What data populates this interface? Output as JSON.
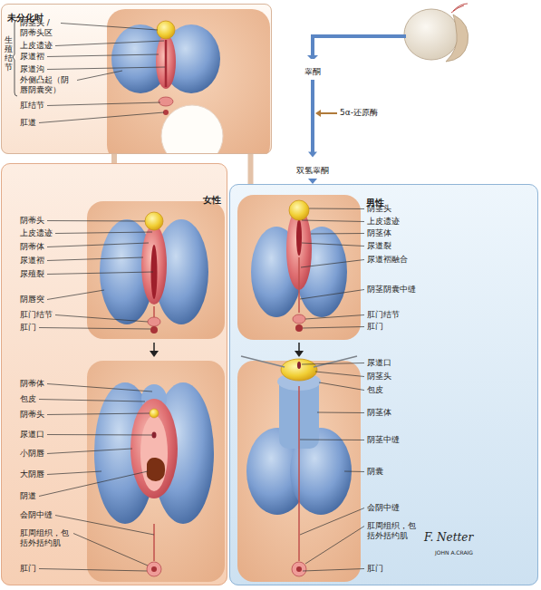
{
  "diagram": {
    "nodes": [
      {
        "text": [
          "未分化时"
        ]
      },
      {
        "text": [
          "女性"
        ]
      },
      {
        "text": [
          "男性"
        ]
      },
      {
        "text": [
          "睾酮"
        ]
      },
      {
        "text": [
          "双氢睾酮"
        ]
      }
    ],
    "edges": [
      {
        "from": 0,
        "to": 1,
        "arrow": "none"
      },
      {
        "from": 0,
        "to": 2,
        "arrow": "none"
      },
      {
        "from": 3,
        "to": 4,
        "arrow": "to"
      },
      {
        "from": 4,
        "to": 2,
        "arrow": "to"
      }
    ],
    "labels": [
      "生殖结节",
      "阴茎头 / 阴蒂头区",
      "上皮遗迹",
      "尿道褶",
      "尿道沟",
      "外侧凸起（阴唇阴囊突）",
      "肛结节",
      "肛道",
      "5α-还原酶",
      "阴蒂头",
      "上皮遗迹",
      "阴蒂体",
      "尿道褶",
      "尿殖裂",
      "阴唇突",
      "肛门结节",
      "肛门",
      "阴蒂体",
      "包皮",
      "阴蒂头",
      "尿道口",
      "小阴唇",
      "大阴唇",
      "阴道",
      "会阴中缝",
      "肛周组织，包括外括约肌",
      "肛门",
      "阴茎头",
      "上皮遗迹",
      "阴茎体",
      "尿道裂",
      "尿道褶融合",
      "阴茎阴囊中缝",
      "肛门结节",
      "肛门",
      "尿道口",
      "阴茎头",
      "包皮",
      "阴茎体",
      "阴茎中缝",
      "阴囊",
      "会阴中缝",
      "肛周组织，包括外括约肌",
      "肛门",
      "F. Netter",
      "JOHN A.CRAIG"
    ]
  }
}
